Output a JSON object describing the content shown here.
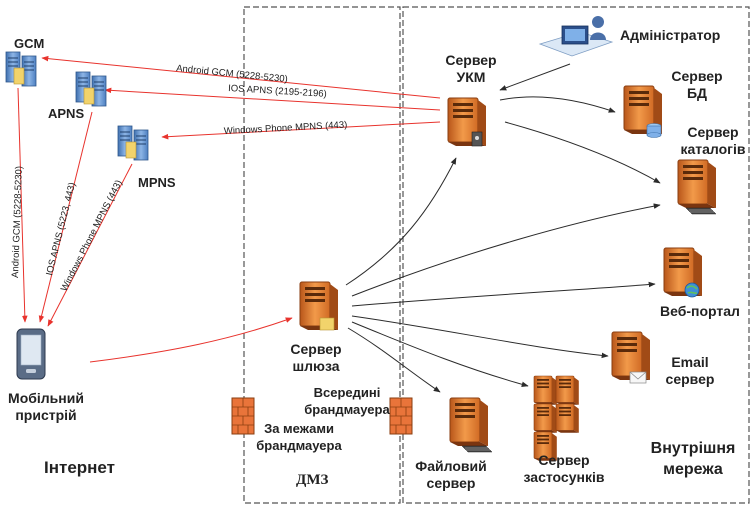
{
  "zones": {
    "internet": "Інтернет",
    "dmz": "ДМЗ",
    "internal": "Внутрішня мережа"
  },
  "push_services": {
    "gcm": "GCM",
    "apns": "APNS",
    "mpns": "MPNS"
  },
  "nodes": {
    "admin": "Адміністратор",
    "ukm_line1": "Сервер",
    "ukm_line2": "УКМ",
    "db_line1": "Сервер",
    "db_line2": "БД",
    "catalog_line1": "Сервер",
    "catalog_line2": "каталогів",
    "web_portal": "Веб-портал",
    "email_line1": "Email",
    "email_line2": "сервер",
    "gateway_line1": "Сервер",
    "gateway_line2": "шлюза",
    "mobile_line1": "Мобільний",
    "mobile_line2": "пристрій",
    "file_line1": "Файловий",
    "file_line2": "сервер",
    "apps_line1": "Сервер",
    "apps_line2": "застосунків"
  },
  "firewall": {
    "inside_line1": "Всередині",
    "inside_line2": "брандмауера",
    "outside_line1": "За межами",
    "outside_line2": "брандмауера"
  },
  "connections": {
    "android_gcm": "Android GCM (5228-5230)",
    "ios_apns": "IOS APNS (2195-2196)",
    "wp_mpns": "Windows Phone MPNS (443)",
    "mobile_android_gcm": "Android GCM (5228-5230)",
    "mobile_ios_apns": "IOS APNS (5223, 443)",
    "mobile_wp_mpns": "Windows Phone MPNS (443)"
  },
  "colors": {
    "red_link": "#e8332d",
    "dark_link": "#2b2b2b",
    "server_orange": "#e07a2e",
    "server_blue": "#5b8fd0",
    "zone_border": "#555555"
  }
}
